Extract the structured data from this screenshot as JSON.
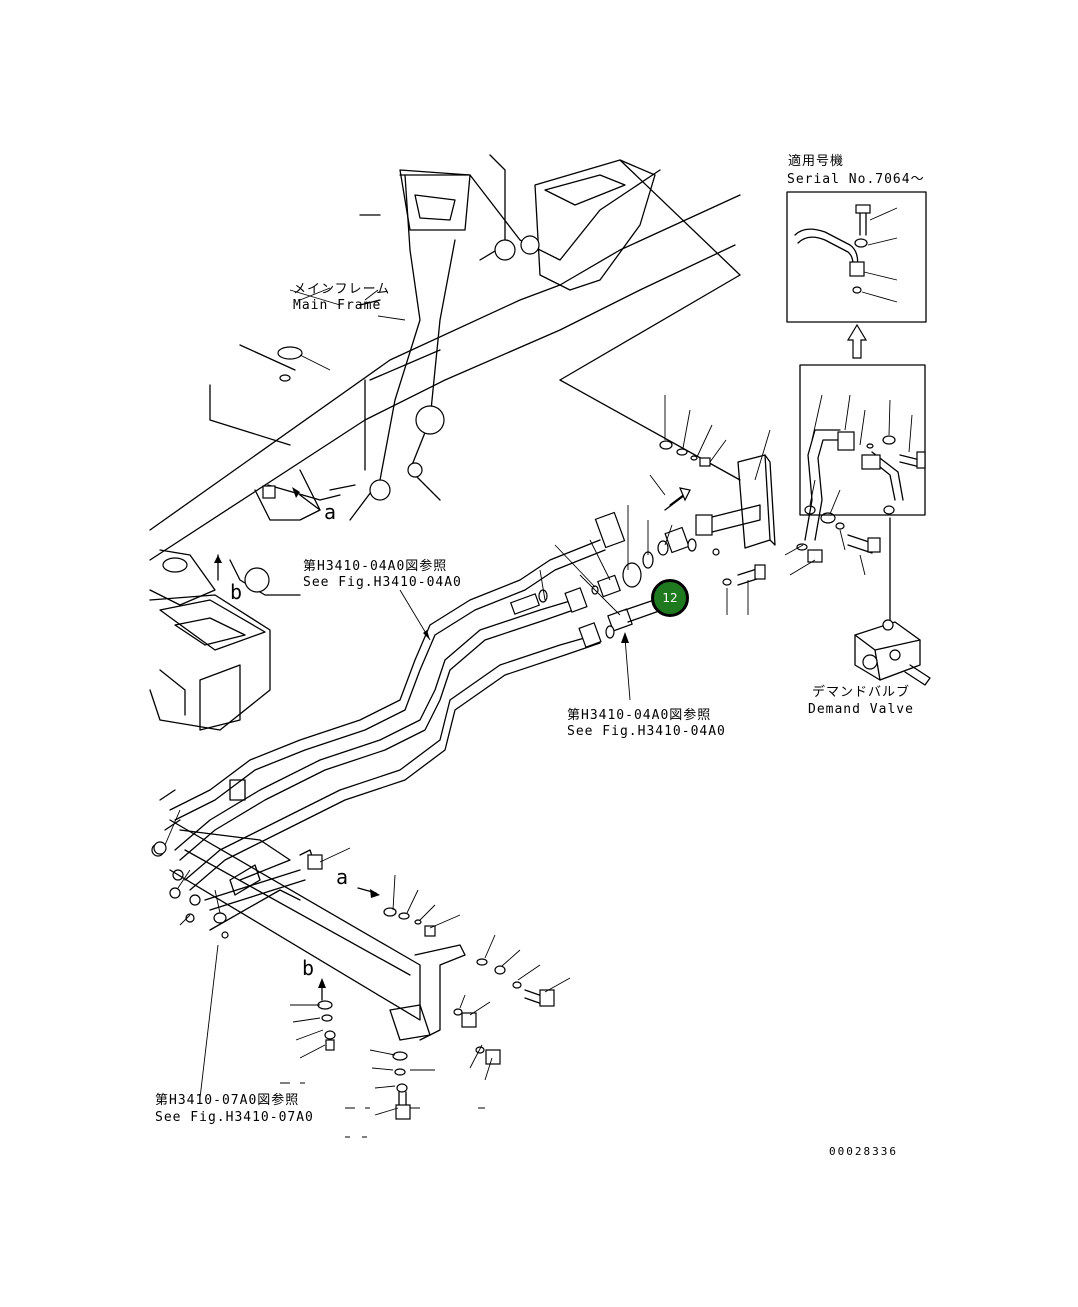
{
  "labels": {
    "main_frame_jp": "メインフレーム",
    "main_frame_en": "Main Frame",
    "ref_h3410_04a0_jp_1": "第H3410-04A0図参照",
    "ref_h3410_04a0_en_1": "See Fig.H3410-04A0",
    "ref_h3410_04a0_jp_2": "第H3410-04A0図参照",
    "ref_h3410_04a0_en_2": "See Fig.H3410-04A0",
    "ref_h3410_07a0_jp": "第H3410-07A0図参照",
    "ref_h3410_07a0_en": "See Fig.H3410-07A0",
    "applicable_jp": "適用号機",
    "serial_no": "Serial No.7064～",
    "demand_valve_jp": "デマンドバルブ",
    "demand_valve_en": "Demand Valve",
    "view_a_top": "a",
    "view_b_top": "b",
    "view_a_bottom": "a",
    "view_b_bottom": "b",
    "drawing_number": "00028336"
  },
  "callouts": [
    {
      "number": "12",
      "color": "#1f7a1f"
    }
  ],
  "colors": {
    "line": "#000000",
    "background": "#ffffff",
    "callout": "#1f7a1f"
  }
}
